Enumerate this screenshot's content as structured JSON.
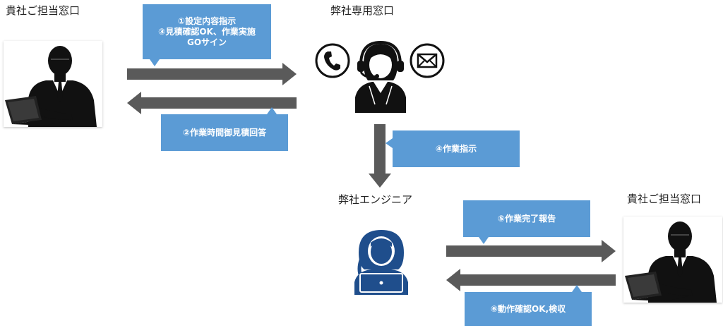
{
  "actors": {
    "client_left": {
      "label": "貴社ご担当窓口"
    },
    "our_desk": {
      "label": "弊社専用窓口"
    },
    "engineer": {
      "label": "弊社エンジニア"
    },
    "client_right": {
      "label": "貴社ご担当窓口"
    }
  },
  "steps": {
    "step1": {
      "lines": [
        "①設定内容指示"
      ]
    },
    "step3": {
      "lines": [
        "③見積確認OK、作業実施",
        "GOサイン"
      ]
    },
    "step2": {
      "lines": [
        "②作業時間御見積回答"
      ]
    },
    "step4": {
      "lines": [
        "④作業指示"
      ]
    },
    "step5": {
      "lines": [
        "⑤作業完了報告"
      ]
    },
    "step6": {
      "lines": [
        "⑥動作確認OK,検収"
      ]
    }
  },
  "icons": {
    "phone": "phone-icon",
    "mail": "mail-icon",
    "operator": "headset-operator-icon",
    "businessman": "businessman-laptop-icon",
    "engineer": "engineer-laptop-icon"
  },
  "colors": {
    "note_bg": "#5b9bd5",
    "arrow": "#5a5a5a",
    "figure": "#111111",
    "engineer": "#1f4e8c"
  }
}
